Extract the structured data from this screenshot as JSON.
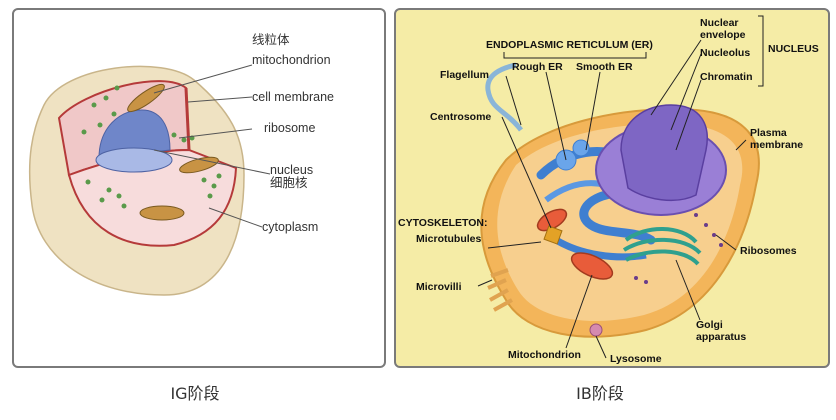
{
  "left_diagram": {
    "labels": {
      "mito_cn": "线粒体",
      "mitochondrion": "mitochondrion",
      "cell_membrane": "cell membrane",
      "ribosome": "ribosome",
      "nucleus": "nucleus",
      "nucleus_cn": "细胞核",
      "cytoplasm": "cytoplasm"
    }
  },
  "right_diagram": {
    "labels": {
      "er": "ENDOPLASMIC RETICULUM (ER)",
      "rough_er": "Rough ER",
      "smooth_er": "Smooth ER",
      "nuclear_envelope_1": "Nuclear",
      "nuclear_envelope_2": "envelope",
      "nucleolus": "Nucleolus",
      "chromatin": "Chromatin",
      "nucleus_group": "NUCLEUS",
      "flagellum": "Flagellum",
      "centrosome": "Centrosome",
      "plasma_membrane_1": "Plasma",
      "plasma_membrane_2": "membrane",
      "cytoskeleton": "CYTOSKELETON:",
      "microtubules": "Microtubules",
      "microvilli": "Microvilli",
      "ribosomes": "Ribosomes",
      "golgi_1": "Golgi",
      "golgi_2": "apparatus",
      "mitochondrion": "Mitochondrion",
      "lysosome": "Lysosome"
    }
  },
  "captions": {
    "left": "IG阶段",
    "right": "IB阶段"
  },
  "colors": {
    "cell_outer": "#efe2c2",
    "cytoplasm": "#f4d2d2",
    "membrane": "#b53a3a",
    "nucleus": "#6f86c9",
    "ribosome": "#5a9a4a",
    "mitochondrion": "#b8893a",
    "right_bg": "#f5eca6",
    "nucleus_purple": "#7e66c4",
    "er_blue": "#3f7fd0",
    "golgi": "#2fa08e"
  }
}
